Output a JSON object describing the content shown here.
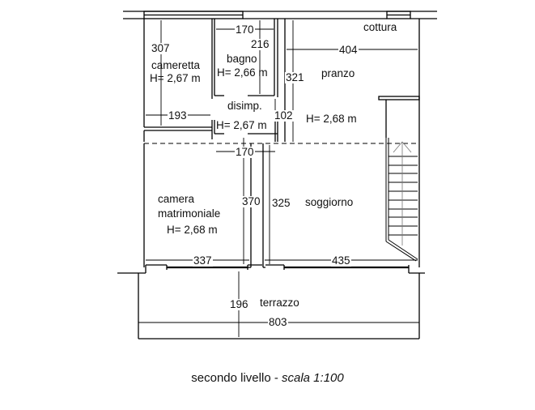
{
  "plan": {
    "rooms": [
      {
        "id": "cameretta",
        "name": "cameretta",
        "height": "H= 2,67 m"
      },
      {
        "id": "bagno",
        "name": "bagno",
        "height": "H= 2,66 m"
      },
      {
        "id": "disimpegno",
        "name": "disimp.",
        "height": "H= 2,67 m"
      },
      {
        "id": "cottura",
        "name": "cottura",
        "height": ""
      },
      {
        "id": "pranzo",
        "name": "pranzo",
        "height": "H= 2,68 m"
      },
      {
        "id": "camera-matrimoniale",
        "name_line1": "camera",
        "name_line2": "matrimoniale",
        "height": "H= 2,68 m"
      },
      {
        "id": "soggiorno",
        "name": "soggiorno",
        "height": ""
      },
      {
        "id": "terrazzo",
        "name": "terrazzo",
        "height": ""
      }
    ],
    "dimensions": {
      "cameretta_height": "307",
      "cameretta_width": "193",
      "bagno_width": "170",
      "bagno_height": "216",
      "pranzo_width": "404",
      "pranzo_height": "321",
      "disimp_height": "102",
      "disimp_width": "170",
      "camera_height": "370",
      "soggiorno_height": "325",
      "camera_width": "337",
      "soggiorno_width": "435",
      "terrazzo_depth": "196",
      "terrazzo_width": "803"
    },
    "caption": {
      "main": "secondo livello - ",
      "scale": "scala 1:100"
    }
  }
}
